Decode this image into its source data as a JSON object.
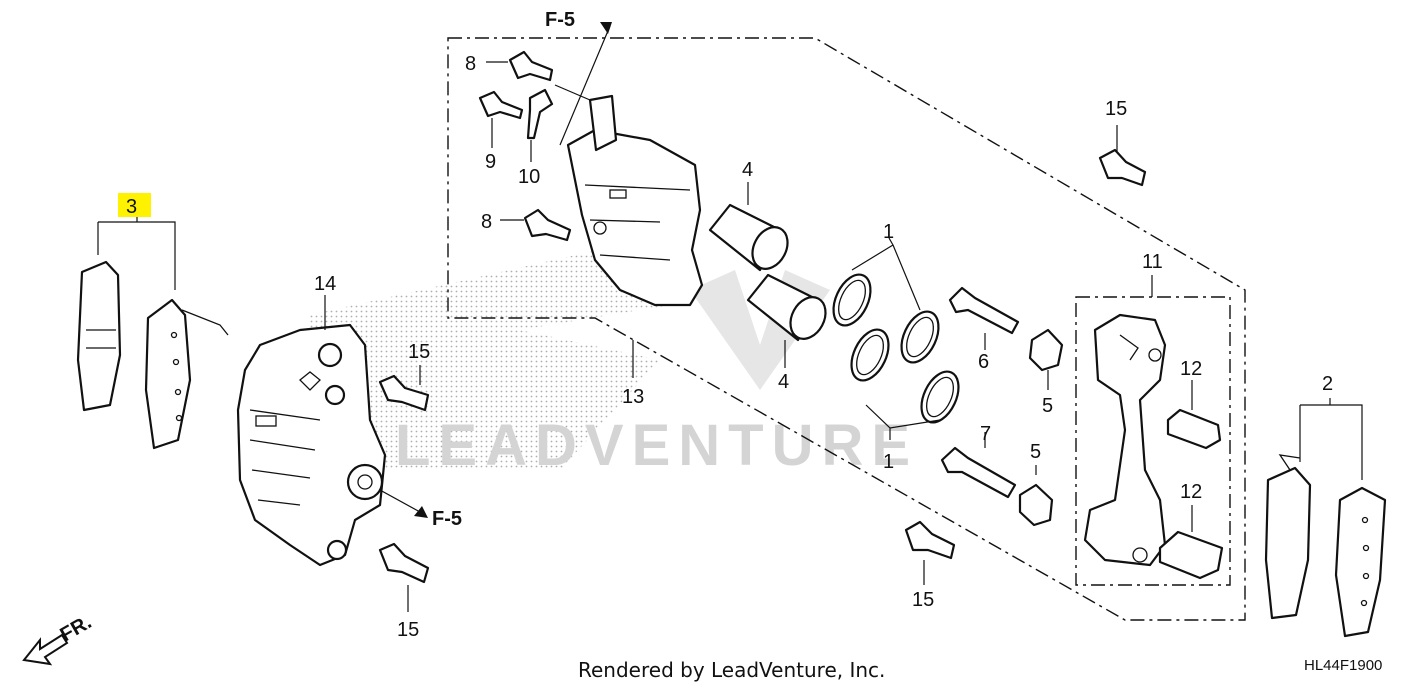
{
  "callouts": {
    "c1a": "1",
    "c1b": "1",
    "c2": "2",
    "c3": "3",
    "c4a": "4",
    "c4b": "4",
    "c5a": "5",
    "c5b": "5",
    "c6": "6",
    "c7": "7",
    "c8a": "8",
    "c8b": "8",
    "c9": "9",
    "c10": "10",
    "c11": "11",
    "c12a": "12",
    "c12b": "12",
    "c13": "13",
    "c14": "14",
    "c15a": "15",
    "c15b": "15",
    "c15c": "15",
    "c15d": "15"
  },
  "highlighted_callout": "3",
  "references": {
    "f5_top": "F-5",
    "f5_right": "F-5"
  },
  "direction_label": "FR.",
  "watermark": "LEADVENTURE",
  "footer": {
    "rendered_by": "Rendered by LeadVenture, Inc.",
    "diagram_code": "HL44F1900"
  },
  "colors": {
    "highlight": "#fff200",
    "line": "#111111",
    "watermark": "#d4d4d4"
  }
}
